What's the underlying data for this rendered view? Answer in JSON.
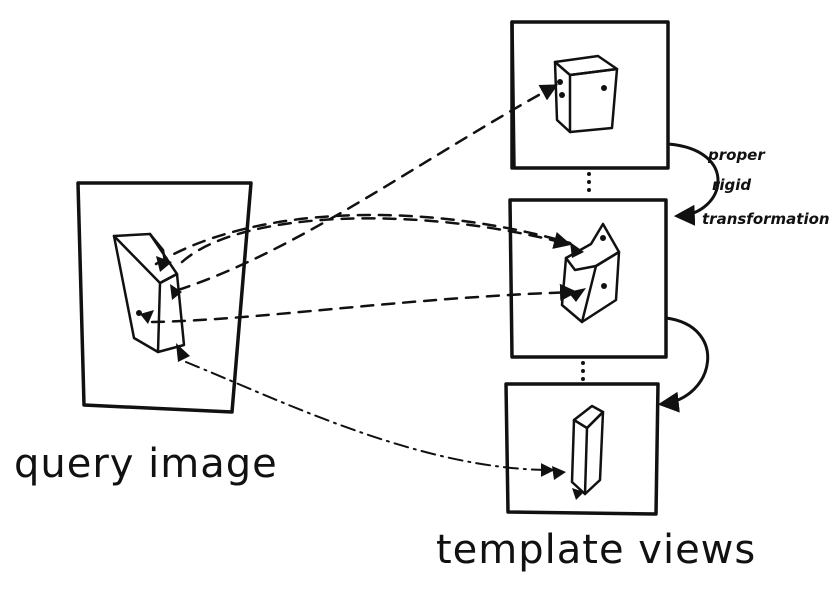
{
  "labels": {
    "query": "query image",
    "templates": "template views",
    "transform_line1": "proper",
    "transform_line2": "rigid",
    "transform_line3": "transformation"
  },
  "colors": {
    "ink": "#111111",
    "paper": "#ffffff"
  }
}
